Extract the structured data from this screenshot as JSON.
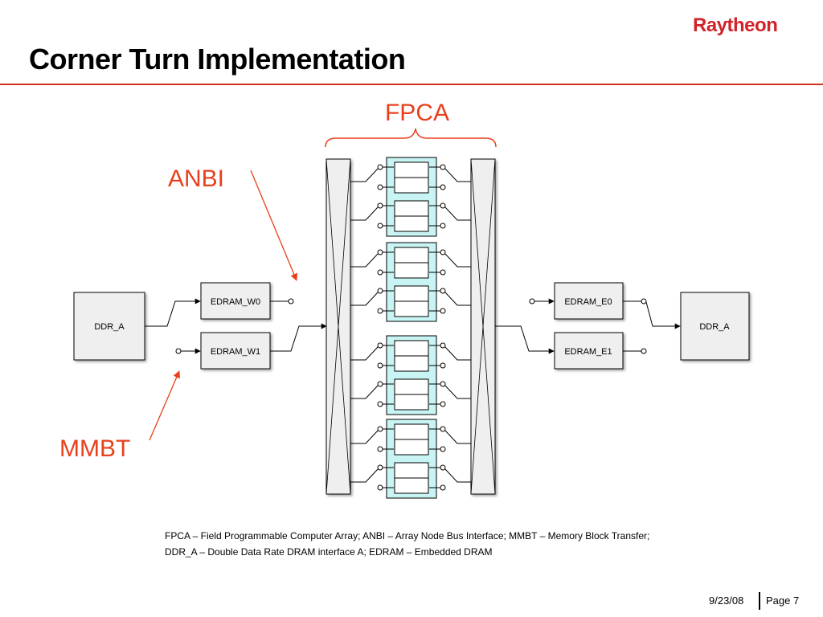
{
  "slide": {
    "title": "Corner Turn Implementation",
    "logo_text": "Raytheon",
    "caption_line1": "FPCA – Field Programmable Computer Array; ANBI – Array Node Bus Interface; MMBT – Memory Block Transfer;",
    "caption_line2": "DDR_A – Double Data Rate DRAM interface A; EDRAM – Embedded DRAM",
    "date": "9/23/08",
    "page": "Page 7"
  },
  "diagram": {
    "callouts": {
      "fpca": "FPCA",
      "anbi": "ANBI",
      "mmbt": "MMBT"
    },
    "west": {
      "ddr": "DDR_A",
      "edram_w0": "EDRAM_W0",
      "edram_w1": "EDRAM_W1"
    },
    "east": {
      "edram_e0": "EDRAM_E0",
      "edram_e1": "EDRAM_E1",
      "ddr": "DDR_A"
    }
  },
  "colors": {
    "accent": "#e8401c",
    "rule": "#cc3322",
    "brand": "#d2232a",
    "node_fill": "#c8f4f4"
  }
}
